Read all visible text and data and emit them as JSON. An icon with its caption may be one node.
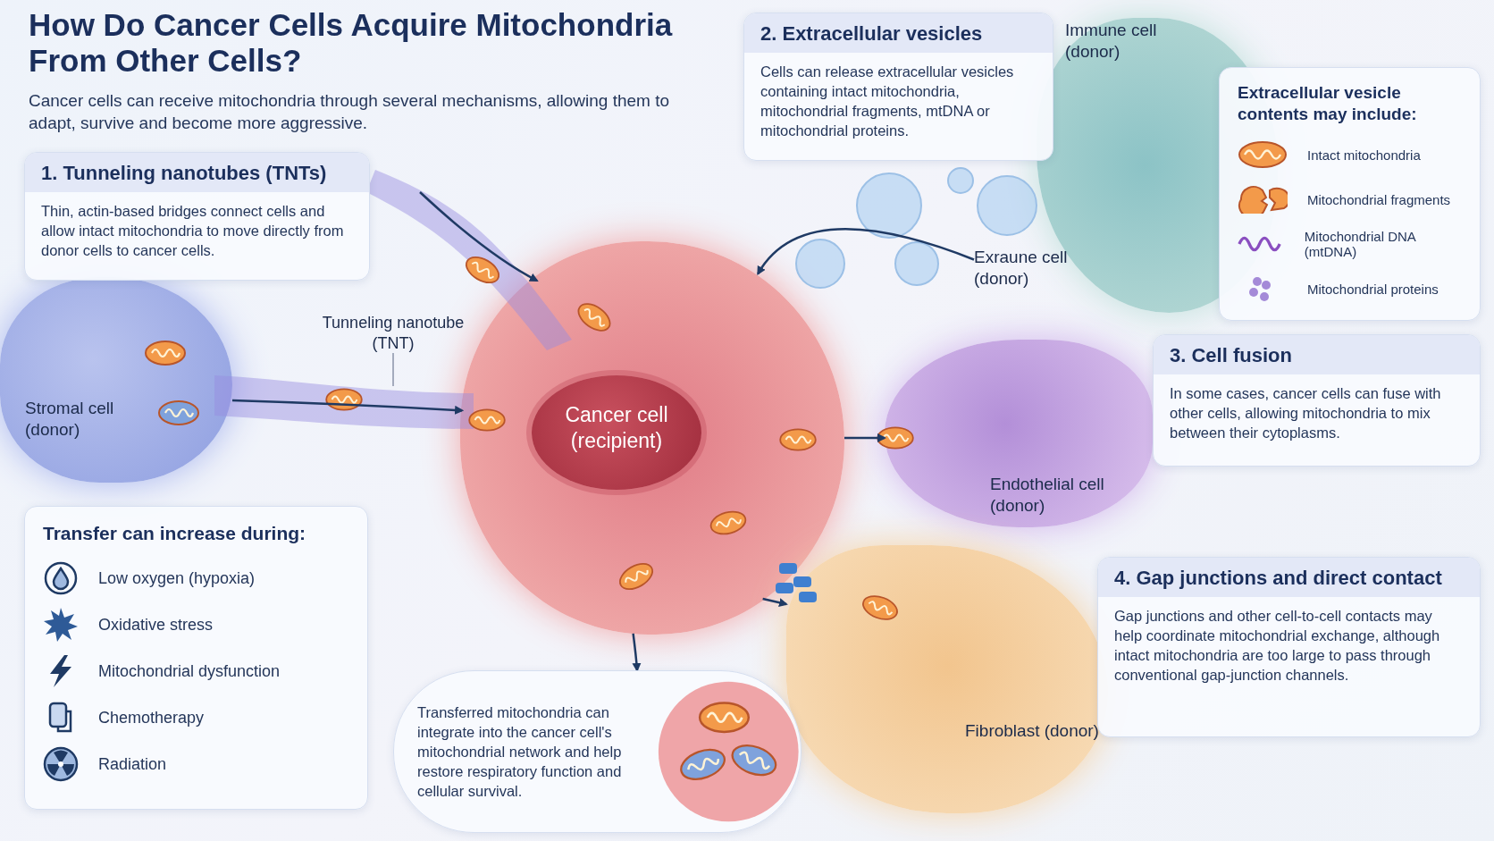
{
  "diagram": {
    "title": "How Do Cancer Cells Acquire Mitochondria From Other Cells?",
    "nodes": [
      {
        "text": [
          "Cancer cell (recipient)"
        ]
      },
      {
        "text": [
          "Stromal cell (donor)"
        ]
      },
      {
        "text": [
          "Immune cell (donor)"
        ]
      },
      {
        "text": [
          "Exraune cell (donor)"
        ]
      },
      {
        "text": [
          "Endothelial cell (donor)"
        ]
      },
      {
        "text": [
          "Fibroblast (donor)"
        ]
      },
      {
        "text": [
          "Tunneling nanotube (TNT)"
        ]
      },
      {
        "text": [
          "1. Tunneling nanotubes (TNTs)",
          "Thin, actin-based bridges connect cells and allow intact mitochondria to move directly from donor cells to cancer cells."
        ]
      },
      {
        "text": [
          "2. Extracellular vesicles",
          "Cells can release extracellular vesicles containing intact mitochondria, mitochondrial fragments, mtDNA or mitochondrial proteins."
        ]
      },
      {
        "text": [
          "Extracellular vesicle contents may include:"
        ]
      },
      {
        "text": [
          "3. Cell fusion",
          "In some cases, cancer cells can fuse with other cells, allowing mitochondria to mix between their cytoplasms."
        ]
      },
      {
        "text": [
          "4. Gap junctions and direct contact",
          "Gap junctions and other cell-to-cell contacts may help coordinate mitochondrial exchange, although intact mitochondria are too large to pass through conventional gap-junction channels."
        ]
      },
      {
        "text": [
          "Transfer can increase during:",
          "Low oxygen (hypoxia)",
          "Oxidative stress",
          "Mitochondrial dysfunction",
          "Chemotherapy",
          "Radiation"
        ]
      },
      {
        "text": [
          "Transferred mitochondria can integrate into the cancer cell's mitochondrial network and help restore respiratory function and cellular survival."
        ]
      }
    ],
    "edges": [
      {
        "from": 1,
        "to": 0,
        "arrow": "to"
      },
      {
        "from": null,
        "to": 0,
        "arrow": "to"
      },
      {
        "from": 3,
        "to": 0,
        "arrow": "to"
      },
      {
        "from": 0,
        "to": 4,
        "arrow": "to"
      },
      {
        "from": 0,
        "to": 5,
        "arrow": "to"
      },
      {
        "from": 0,
        "to": 13,
        "arrow": "to"
      },
      {
        "from": 6,
        "to": null,
        "arrow": "none",
        "color": "#8a93a8"
      }
    ],
    "labels": [
      "Cancer cells can receive mitochondria through several mechanisms, allowing them to adapt, survive and become more aggressive."
    ],
    "legend": [
      {
        "text": "Intact mitochondria"
      },
      {
        "text": "Mitochondrial fragments"
      },
      {
        "text": "Mitochondrial DNA (mtDNA)"
      },
      {
        "text": "Mitochondrial proteins"
      }
    ]
  }
}
